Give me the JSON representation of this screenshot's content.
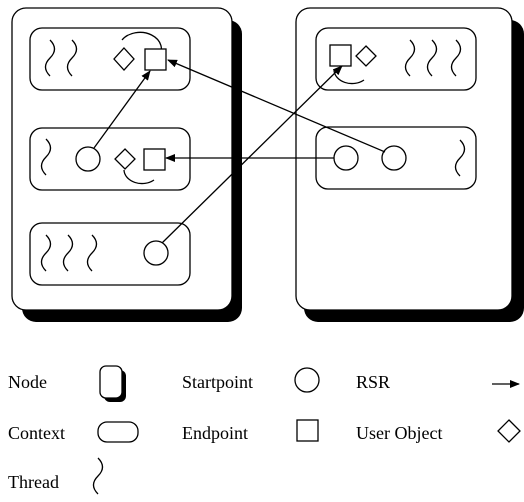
{
  "legend": {
    "node": "Node",
    "context": "Context",
    "thread": "Thread",
    "startpoint": "Startpoint",
    "endpoint": "Endpoint",
    "rsr": "RSR",
    "user_object": "User Object"
  },
  "colors": {
    "ink": "#000000",
    "background": "#ffffff"
  }
}
